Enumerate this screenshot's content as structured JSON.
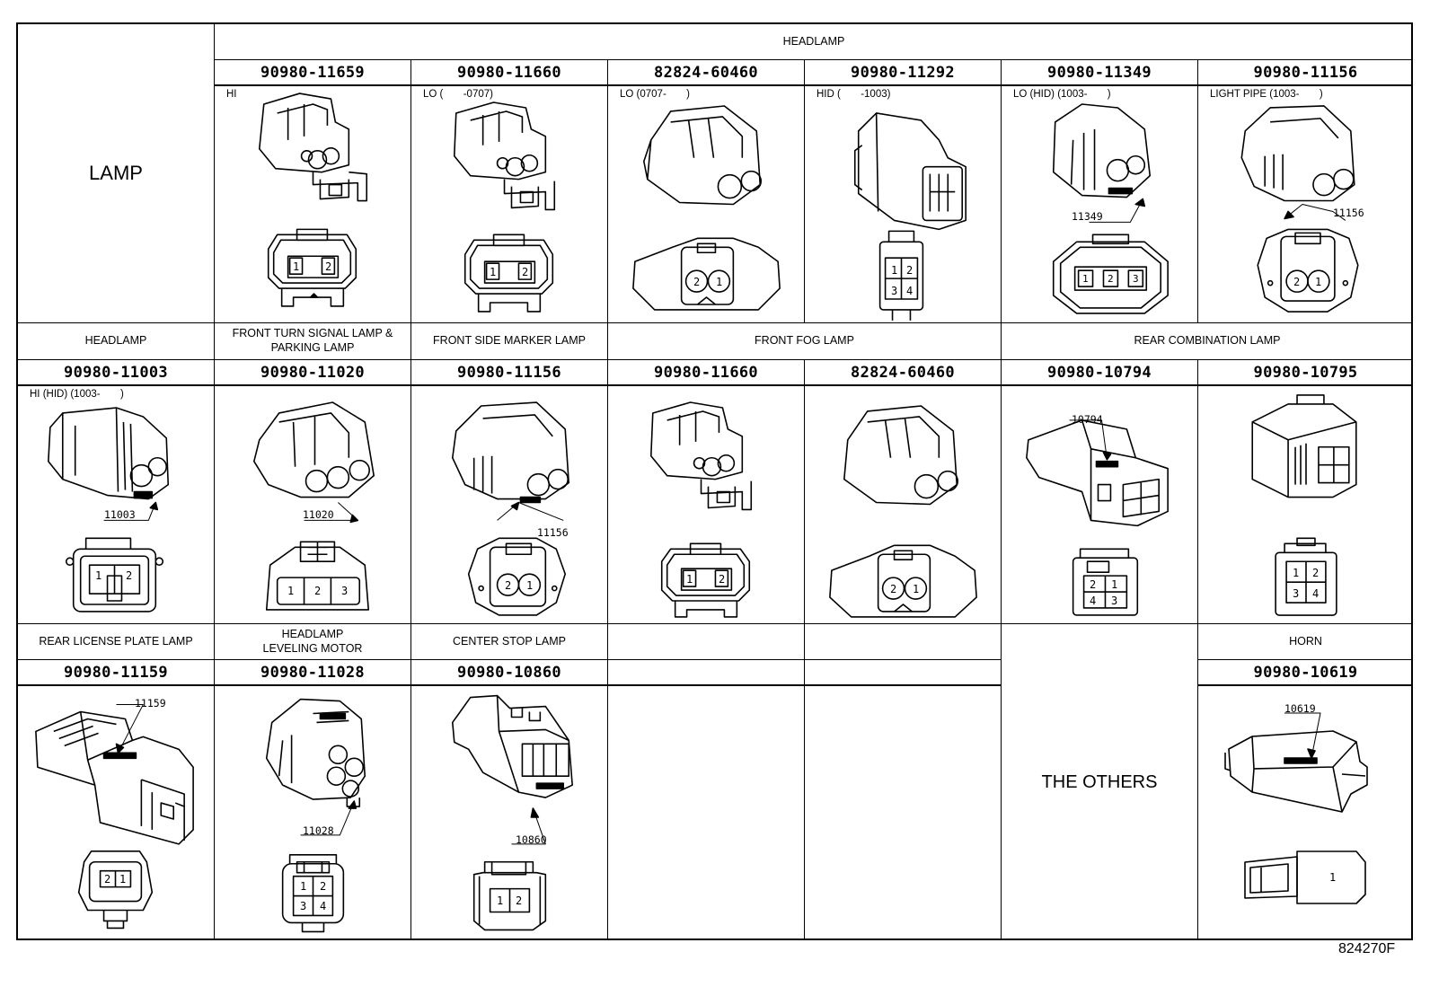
{
  "categories": {
    "lamp": "LAMP",
    "headlamp_top": "HEADLAMP",
    "headlamp_row2": "HEADLAMP",
    "front_turn": "FRONT TURN SIGNAL LAMP &\nPARKING LAMP",
    "front_side_marker": "FRONT SIDE MARKER LAMP",
    "front_fog": "FRONT FOG LAMP",
    "rear_combination": "REAR COMBINATION LAMP",
    "rear_license": "REAR LICENSE PLATE LAMP",
    "headlamp_leveling": "HEADLAMP\nLEVELING MOTOR",
    "center_stop": "CENTER STOP LAMP",
    "the_others": "THE OTHERS",
    "horn": "HORN"
  },
  "connectors": [
    {
      "part": "90980-11659",
      "note": "HI",
      "pins": [
        "1",
        "2"
      ]
    },
    {
      "part": "90980-11660",
      "note": "LO (       -0707)",
      "pins": [
        "1",
        "2"
      ]
    },
    {
      "part": "82824-60460",
      "note": "LO (0707-       )",
      "pins": [
        "2",
        "1"
      ]
    },
    {
      "part": "90980-11292",
      "note": "HID (       -1003)",
      "pins": [
        "1",
        "2",
        "3",
        "4"
      ]
    },
    {
      "part": "90980-11349",
      "note": "LO (HID) (1003-       )",
      "callout": "11349",
      "pins": [
        "1",
        "2",
        "3"
      ]
    },
    {
      "part": "90980-11156",
      "note": "LIGHT PIPE (1003-       )",
      "callout": "11156",
      "pins": [
        "2",
        "1"
      ]
    },
    {
      "part": "90980-11003",
      "note": "HI (HID) (1003-       )",
      "callout": "11003",
      "pins": [
        "1",
        "2"
      ]
    },
    {
      "part": "90980-11020",
      "note": "",
      "callout": "11020",
      "pins": [
        "1",
        "2",
        "3"
      ]
    },
    {
      "part": "90980-11156",
      "note": "",
      "callout": "11156",
      "pins": [
        "2",
        "1"
      ]
    },
    {
      "part": "90980-11660",
      "note": "",
      "pins": [
        "1",
        "2"
      ]
    },
    {
      "part": "82824-60460",
      "note": "",
      "pins": [
        "2",
        "1"
      ]
    },
    {
      "part": "90980-10794",
      "note": "",
      "callout": "10794",
      "pins": [
        "2",
        "1",
        "4",
        "3"
      ]
    },
    {
      "part": "90980-10795",
      "note": "",
      "pins": [
        "1",
        "2",
        "3",
        "4"
      ]
    },
    {
      "part": "90980-11159",
      "note": "",
      "callout": "11159",
      "pins": [
        "2",
        "1"
      ]
    },
    {
      "part": "90980-11028",
      "note": "",
      "callout": "11028",
      "pins": [
        "1",
        "2",
        "3",
        "4"
      ]
    },
    {
      "part": "90980-10860",
      "note": "",
      "callout": "10860",
      "pins": [
        "1",
        "2"
      ]
    },
    {
      "part": "90980-10619",
      "note": "",
      "callout": "10619",
      "pins": [
        "1"
      ]
    }
  ],
  "figure_code": "824270F"
}
